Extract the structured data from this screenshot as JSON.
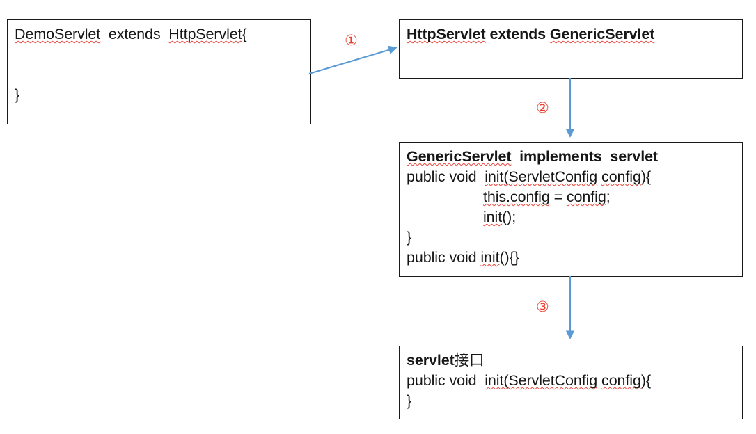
{
  "diagram": {
    "title": "Servlet inheritance chain",
    "accent_arrow_color": "#5B9BD5",
    "marker_color": "#EF3B2C",
    "box_border_color": "#1A1A1A",
    "spellcheck_underline_color": "#E8443A"
  },
  "boxes": {
    "demo_servlet": {
      "name": "DemoServlet",
      "lines": [
        {
          "pre": "",
          "sq1": "DemoServlet",
          "mid": "  extends  ",
          "sq2": "HttpServlet",
          "post": "{",
          "bold": false
        },
        {
          "text": "",
          "bold": false
        },
        {
          "text": "}",
          "bold": false
        }
      ]
    },
    "http_servlet": {
      "name": "HttpServlet",
      "lines": [
        {
          "sq1": "HttpServlet",
          "mid": " extends ",
          "sq2": "GenericServlet",
          "post": "",
          "bold": true
        }
      ]
    },
    "generic_servlet": {
      "name": "GenericServlet",
      "line1_sq": "GenericServlet",
      "line1_rest": "  implements  servlet",
      "line2_a": "public void  ",
      "line2_sq1": "init(ServletConfig",
      "line2_mid": " ",
      "line2_sq2": "config",
      "line2_post": "){",
      "line3_sq1": "this.config",
      "line3_mid": " = ",
      "line3_sq2": "config",
      "line3_post": ";",
      "line4_sq": "init",
      "line4_post": "();",
      "line5": "}",
      "line6_a": "public void ",
      "line6_sq": "init",
      "line6_post": "(){}"
    },
    "servlet_interface": {
      "name": "servlet interface",
      "line1_bold": "servlet",
      "line1_cjk": "接口",
      "line2_a": "public void  ",
      "line2_sq1": "init(ServletConfig",
      "line2_mid": " ",
      "line2_sq2": "config",
      "line2_post": "){",
      "line3": "}"
    }
  },
  "steps": [
    {
      "id": "step-1",
      "label": "①"
    },
    {
      "id": "step-2",
      "label": "②"
    },
    {
      "id": "step-3",
      "label": "③"
    }
  ]
}
